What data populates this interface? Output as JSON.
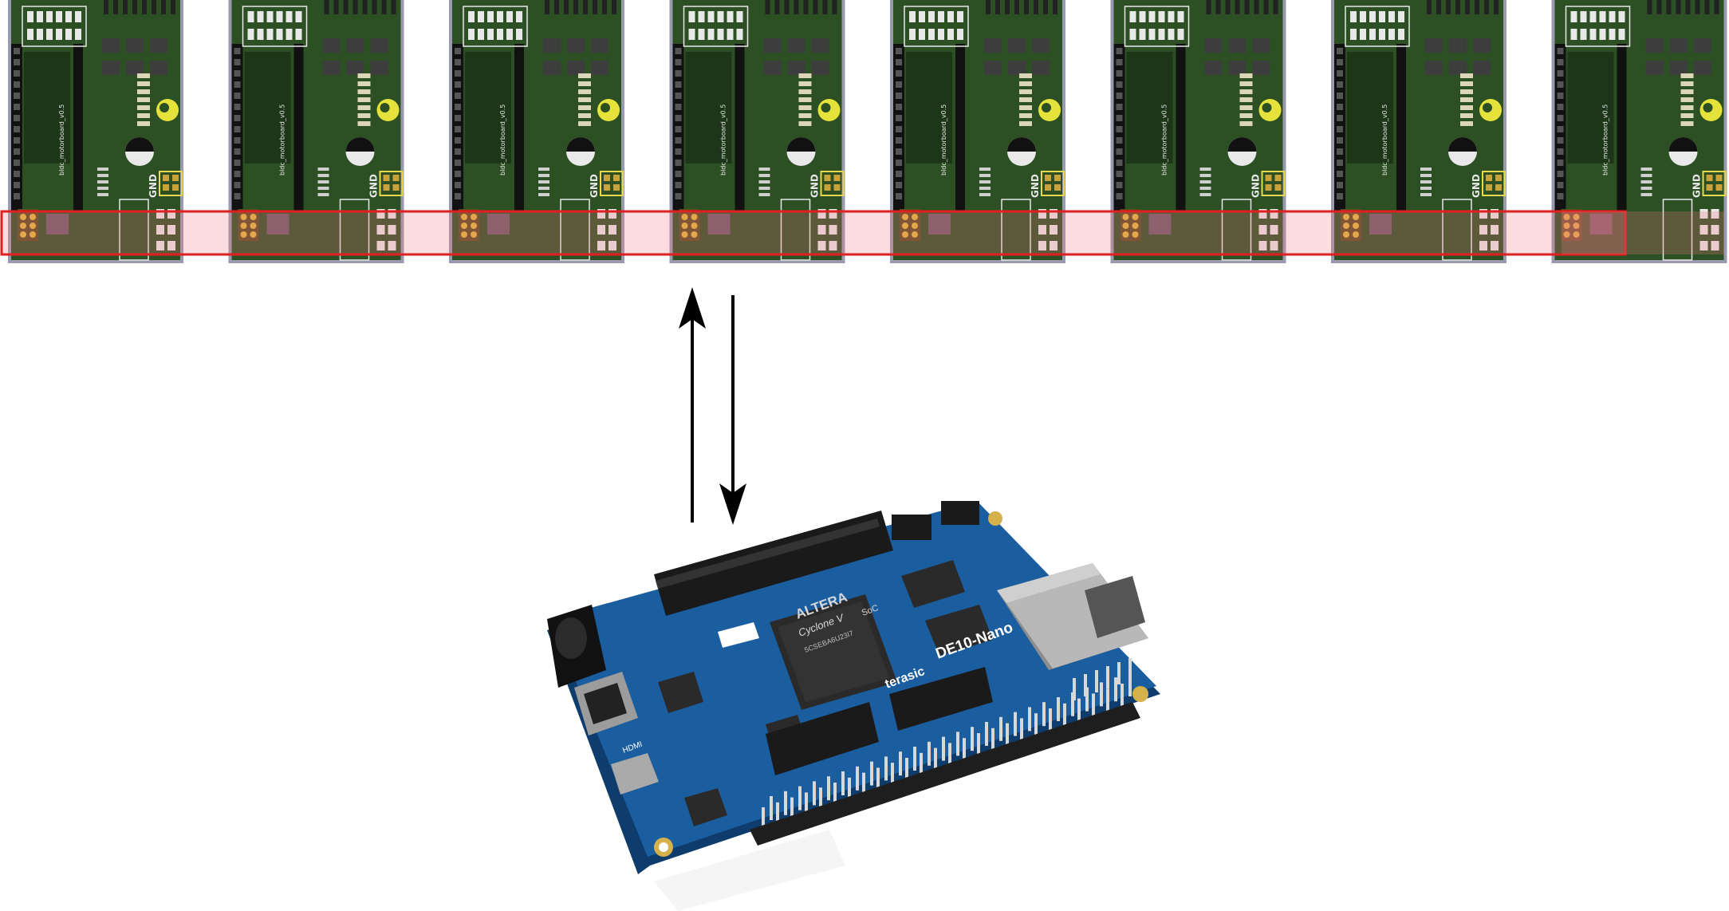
{
  "boards": {
    "count": 8,
    "silkscreen_label": "bldc_motorboard_v0.5",
    "gnd_label": "GND",
    "colors": {
      "pcb": "#2c4f23",
      "pcb_dark": "#1d3617",
      "frame": "#9a9aae",
      "gold": "#c9a23a",
      "silk": "#e8e8e8"
    }
  },
  "bus_highlight": {
    "stroke": "#e02020",
    "fill": "rgba(240,120,130,0.25)"
  },
  "arrows": {
    "up_label": "",
    "down_label": "",
    "color": "#000000"
  },
  "fpga_board": {
    "model_label": "DE10-Nano",
    "chip_vendor": "ALTERA",
    "chip_family": "Cyclone V",
    "chip_sub": "SoC",
    "chip_marking": "5CSEBA6U23I7",
    "brand": "terasic",
    "hdmi_label": "HDMI",
    "colors": {
      "pcb": "#1b5ea0",
      "pcb_edge": "#0e3c6c",
      "header": "#1a1a1a",
      "chip": "#2a2a2a",
      "rj45": "#b8b8b8"
    }
  }
}
